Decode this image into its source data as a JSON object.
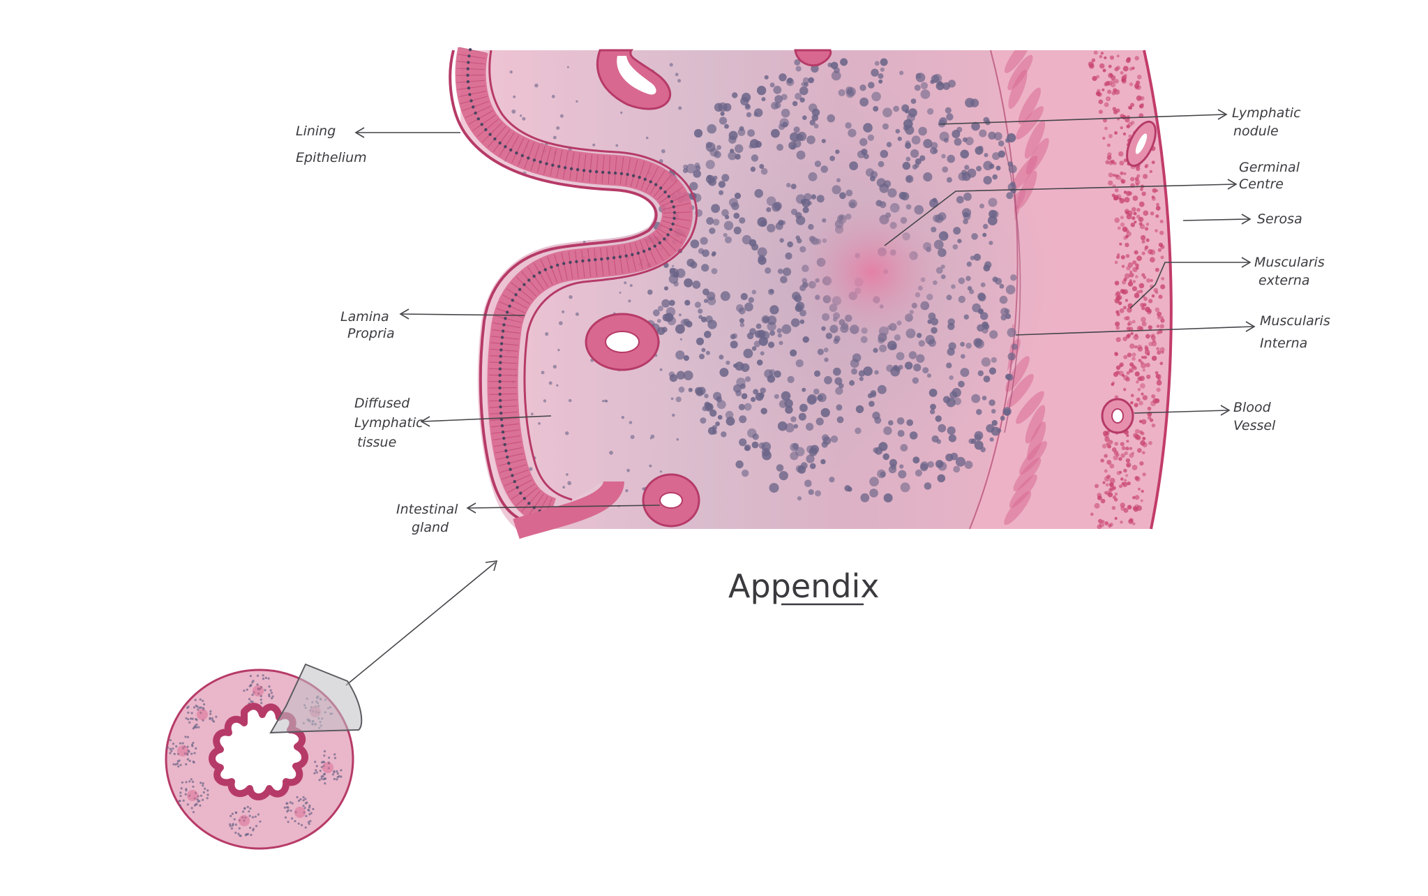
{
  "title": "Appendix",
  "labels": {
    "lining_epithelium": [
      "Lining",
      "Epithelium"
    ],
    "lamina_propria": [
      "Lamina",
      "Propria"
    ],
    "diffused_lymphatic_tissue": [
      "Diffused",
      "Lymphatic",
      "tissue"
    ],
    "intestinal_gland": [
      "Intestinal",
      "gland"
    ],
    "lymphatic_nodule": [
      "Lymphatic",
      "nodule"
    ],
    "germinal_centre": [
      "Germinal",
      "Centre"
    ],
    "serosa": [
      "Serosa"
    ],
    "muscularis_externa": [
      "Muscularis",
      "externa"
    ],
    "muscularis_interna": [
      "Muscularis",
      "Interna"
    ],
    "blood_vessel": [
      "Blood",
      "Vessel"
    ]
  },
  "colors": {
    "tissue": "#ecb5c8",
    "epithelium": "#d8688f",
    "epithelium_outline": "#b63a67",
    "nucleus": "#4a4560",
    "lymphocyte": "#6a6488",
    "muscle": "#e6a1b8",
    "muscle_dots": "#c8436f",
    "serosa": "#c73d6d"
  }
}
